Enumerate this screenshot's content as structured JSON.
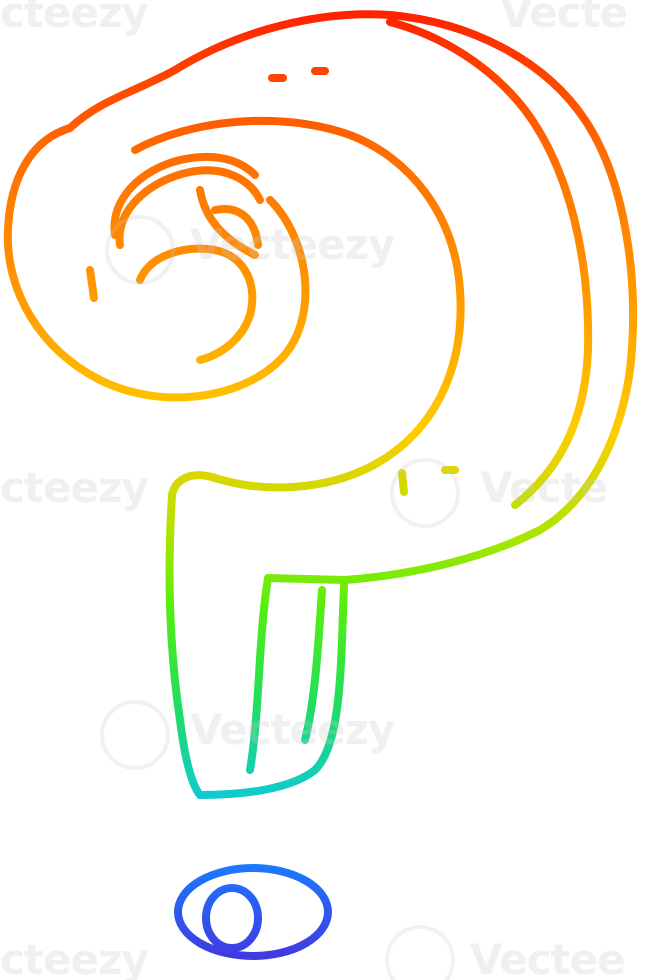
{
  "image": {
    "subject": "question-mark",
    "style": "cartoon",
    "gradient_colors": [
      "#ff1a00",
      "#ff9900",
      "#ffd000",
      "#7fe800",
      "#1fe05a",
      "#10c8c8",
      "#1f3fff",
      "#4030e0"
    ]
  },
  "watermark": {
    "brand_short": "Vecteezy",
    "brand_partial_left": "cteezy",
    "brand_partial_right": "Vecte",
    "brand_partial_right_long": "Vectee"
  }
}
